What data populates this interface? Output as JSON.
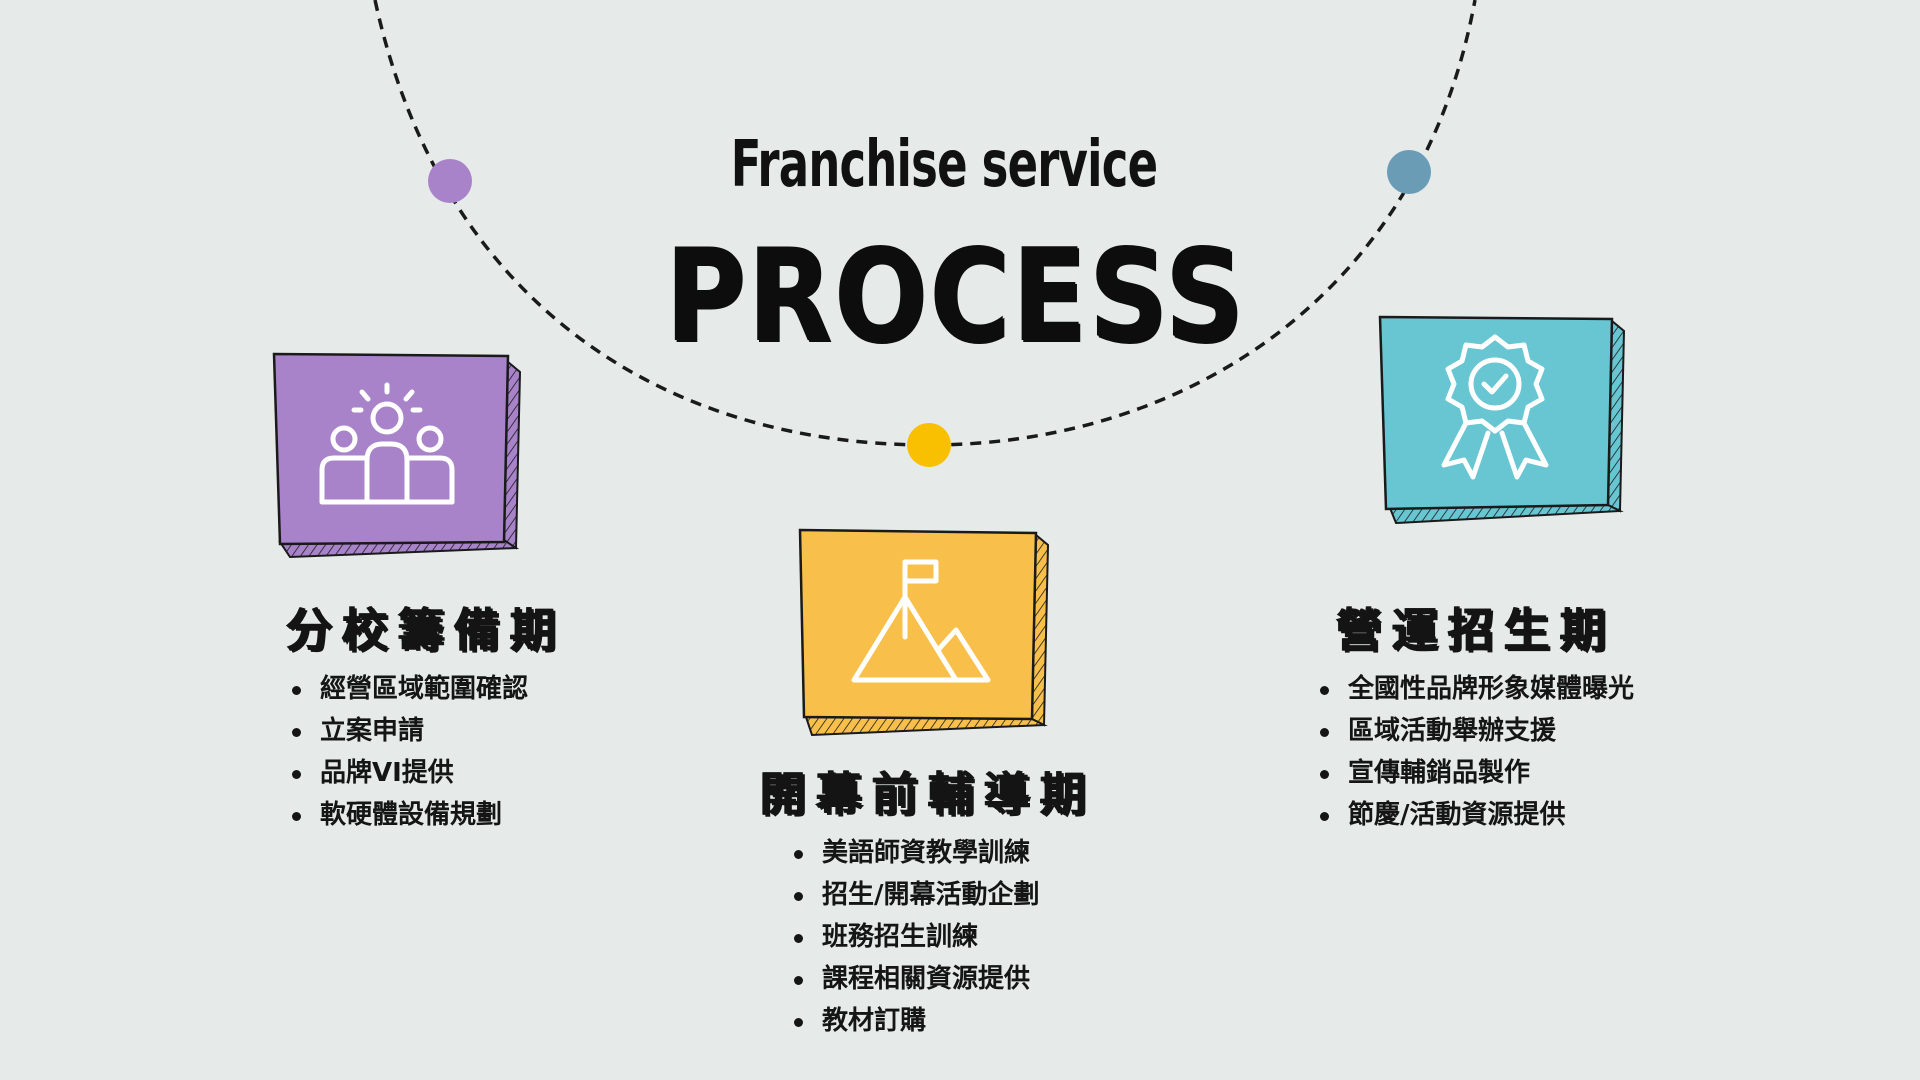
{
  "title": {
    "subtitle": "Franchise service",
    "main": "PROCESS"
  },
  "colors": {
    "background": "#e6ebea",
    "purple": "#a883c9",
    "yellow": "#f8c04a",
    "teal": "#67c6d2",
    "dot_purple": "#a883c9",
    "dot_blue": "#6a9cb6",
    "dot_yellow": "#f8c000"
  },
  "phases": [
    {
      "title": "分校籌備期",
      "icon": "team-leader-icon",
      "color": "#a883c9",
      "items": [
        "經營區域範圍確認",
        "立案申請",
        "品牌VI提供",
        "軟硬體設備規劃"
      ]
    },
    {
      "title": "開幕前輔導期",
      "icon": "mountain-flag-icon",
      "color": "#f8c04a",
      "items": [
        "美語師資教學訓練",
        "招生/開幕活動企劃",
        "班務招生訓練",
        "課程相關資源提供",
        "教材訂購"
      ]
    },
    {
      "title": "營運招生期",
      "icon": "award-badge-icon",
      "color": "#67c6d2",
      "items": [
        "全國性品牌形象媒體曝光",
        "區域活動舉辦支援",
        "宣傳輔銷品製作",
        "節慶/活動資源提供"
      ]
    }
  ]
}
